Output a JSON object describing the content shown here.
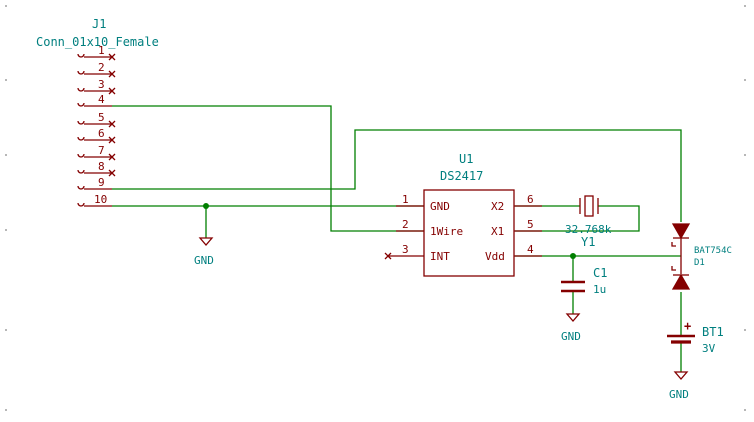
{
  "colors": {
    "wire": "#007f00",
    "component": "#840000",
    "label": "#007f7f",
    "junction": "#007f00",
    "background": "#ffffff"
  },
  "connector": {
    "ref": "J1",
    "value": "Conn_01x10_Female",
    "pins": [
      "1",
      "2",
      "3",
      "4",
      "5",
      "6",
      "7",
      "8",
      "9",
      "10"
    ]
  },
  "rtc": {
    "ref": "U1",
    "value": "DS2417",
    "pin_numbers": {
      "gnd": "1",
      "onewire": "2",
      "int": "3",
      "vdd": "4",
      "x1": "5",
      "x2": "6"
    },
    "pin_names": {
      "gnd": "GND",
      "onewire": "1Wire",
      "int": "INT",
      "vdd": "Vdd",
      "x1": "X1",
      "x2": "X2"
    }
  },
  "crystal": {
    "ref": "Y1",
    "value": "32.768k"
  },
  "capacitor": {
    "ref": "C1",
    "value": "1u"
  },
  "diode": {
    "ref": "D1",
    "value": "BAT754C"
  },
  "battery": {
    "ref": "BT1",
    "value": "3V",
    "plus": "+"
  },
  "power": {
    "gnd1": "GND",
    "gnd2": "GND",
    "gnd3": "GND"
  }
}
